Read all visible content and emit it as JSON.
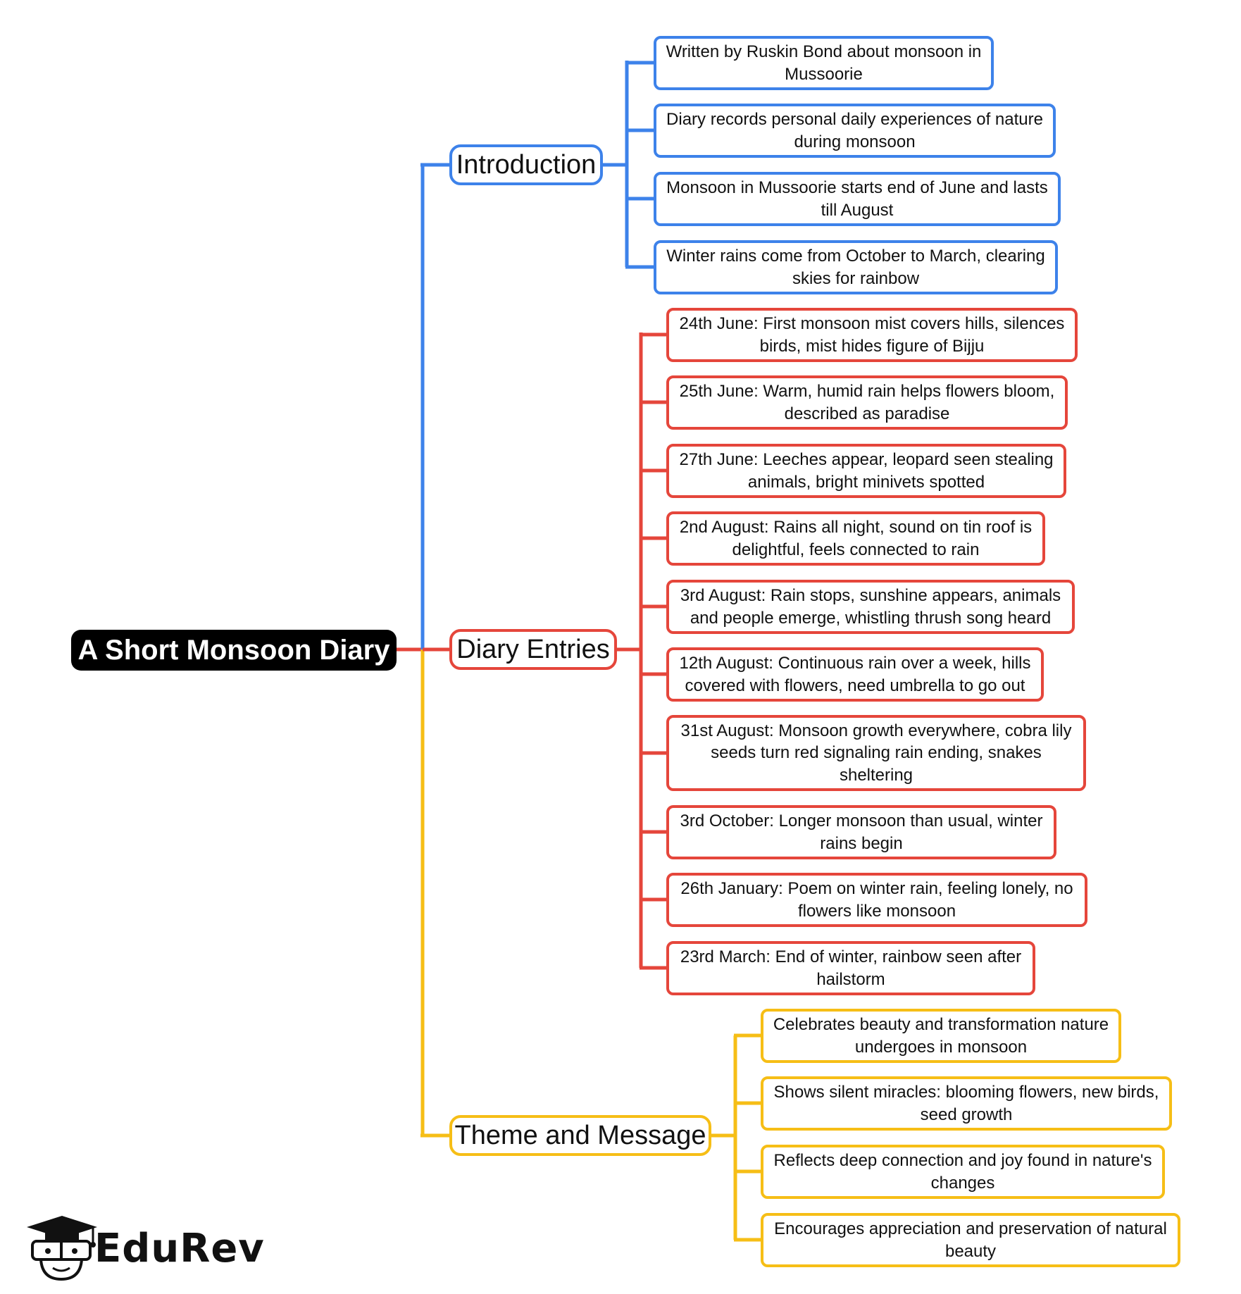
{
  "colors": {
    "root": "#000000",
    "introduction": "#3d82ea",
    "diary": "#e5463b",
    "theme": "#f6be16"
  },
  "root": {
    "label": "A Short Monsoon Diary"
  },
  "branches": {
    "introduction": {
      "label": "Introduction",
      "items": [
        "Written by Ruskin Bond about monsoon in Mussoorie",
        "Diary records personal daily experiences of nature during monsoon",
        "Monsoon in Mussoorie starts end of June and lasts till August",
        "Winter rains come from October to March, clearing skies for rainbow"
      ]
    },
    "diary": {
      "label": "Diary Entries",
      "items": [
        "24th June: First monsoon mist covers hills, silences birds, mist hides figure of Bijju",
        "25th June: Warm, humid rain helps flowers bloom, described as paradise",
        "27th June: Leeches appear, leopard seen stealing animals, bright minivets spotted",
        "2nd August: Rains all night, sound on tin roof is delightful, feels connected to rain",
        "3rd August: Rain stops, sunshine appears, animals and people emerge, whistling thrush song heard",
        "12th August: Continuous rain over a week, hills covered with flowers, need umbrella to go out",
        "31st August: Monsoon growth everywhere, cobra lily seeds turn red signaling rain ending, snakes sheltering",
        "3rd October: Longer monsoon than usual, winter rains begin",
        "26th January: Poem on winter rain, feeling lonely, no flowers like monsoon",
        "23rd March: End of winter, rainbow seen after hailstorm"
      ]
    },
    "theme": {
      "label": "Theme and Message",
      "items": [
        "Celebrates beauty and transformation nature undergoes in monsoon",
        "Shows silent miracles: blooming flowers, new birds, seed growth",
        "Reflects deep connection and joy found in nature's changes",
        "Encourages appreciation and preservation of natural beauty"
      ]
    }
  },
  "logo": {
    "text": "EduRev",
    "icon": "graduation-cap-student-icon"
  }
}
